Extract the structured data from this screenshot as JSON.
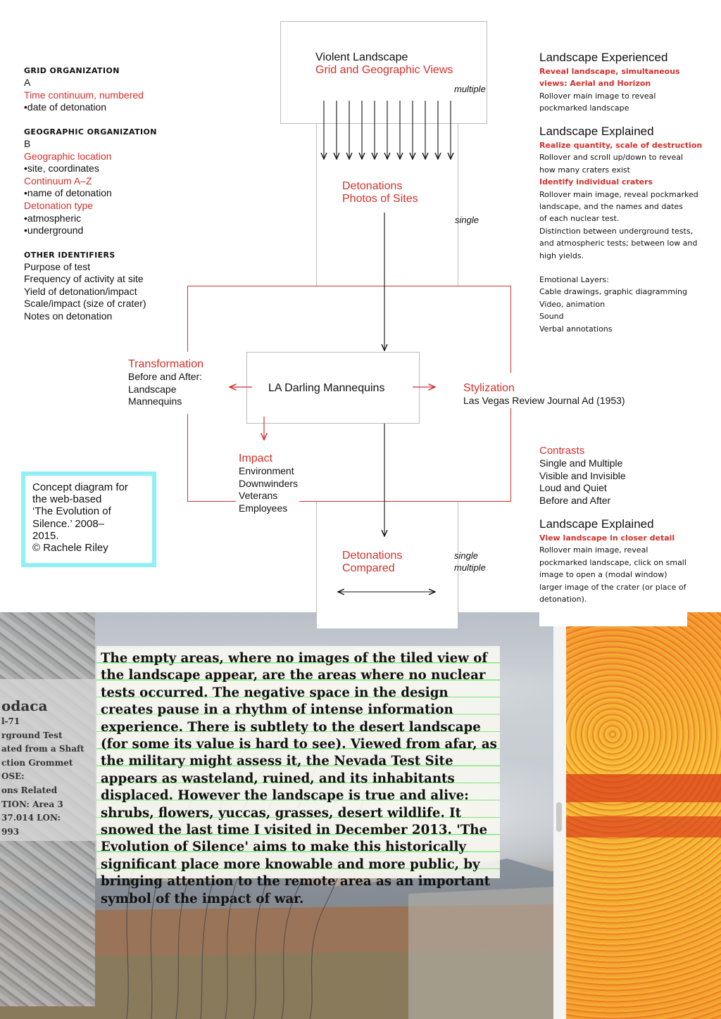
{
  "left_panel": {
    "grid_heading": "GRID ORGANIZATION",
    "grid_letter": "A",
    "grid_item1": "Time continuum, numbered",
    "grid_item2": "•date of detonation",
    "geo_heading": "GEOGRAPHIC ORGANIZATION",
    "geo_letter": "B",
    "geo_item1": "Geographic location",
    "geo_item2": "•site, coordinates",
    "geo_item3": "Continuum A–Z",
    "geo_item4": "•name of detonation",
    "geo_item5": "Detonation type",
    "geo_item6": "•atmospheric",
    "geo_item7": "•underground",
    "other_heading": "OTHER IDENTIFIERS",
    "other_items": [
      "Purpose of test",
      "Frequency of activity at site",
      "Yield of detonation/impact",
      "Scale/impact (size of crater)",
      "Notes on detonation"
    ]
  },
  "caption": {
    "text": "Concept diagram for\nthe web-based\n‘The Evolution of\nSilence.’ 2008–\n2015.\n© Rachele Riley",
    "border_color": "#8ff0f5"
  },
  "diagram": {
    "top_title": "Violent Landscape",
    "top_subtitle": "Grid and Geographic Views",
    "multiple_label": "multiple",
    "det_photos_1": "Detonations",
    "det_photos_2": "Photos of Sites",
    "single_label": "single",
    "center_box": "LA Darling Mannequins",
    "transformation_title": "Transformation",
    "transformation_body": "Before and After:\nLandscape\nMannequins",
    "stylization_title": "Stylization",
    "stylization_body": "Las Vegas Review Journal Ad (1953)",
    "impact_title": "Impact",
    "impact_body": "Environment\nDownwinders\nVeterans\nEmployees",
    "compared_1": "Detonations",
    "compared_2": "Compared",
    "single2_label": "single",
    "multiple2_label": "multiple",
    "red_color": "#d0312d"
  },
  "right_panel": {
    "experienced_title": "Landscape Experienced",
    "experienced_red": "Reveal landscape, simultaneous\nviews: Aerial and Horizon",
    "experienced_body": "Rollover main image to reveal\npockmarked landscape",
    "explained_title": "Landscape Explained",
    "explained_red1": "Realize quantity, scale of destruction",
    "explained_body1": "Rollover and scroll up/down to reveal\nhow many craters exist",
    "explained_red2": "Identify individual craters",
    "explained_body2": "Rollover main image, reveal pockmarked\nlandscape, and the names and dates\nof each nuclear test.\nDistinction between underground tests,\nand atmospheric tests; between low and\nhigh yields.",
    "emotional": "Emotional Layers:\nCable drawings, graphic diagramming\nVideo, animation\nSound\nVerbal annotations",
    "contrasts_title": "Contrasts",
    "contrasts_body": "Single and Multiple\nVisible and Invisible\nLoud and Quiet\nBefore and After",
    "explained2_title": "Landscape Explained",
    "explained2_red": "View landscape in closer detail",
    "explained2_body": "Rollover main image, reveal\npockmarked landscape, click on small\nimage to open a (modal window)\nlarger image of the crater (or place of\ndetonation)."
  },
  "bottom": {
    "quote": "The empty areas, where no images of the tiled view of the landscape appear, are the areas where no nuclear tests occurred. The negative space in the design creates pause in a rhythm of intense information experience. There is subtlety to the desert landscape (for some its value is hard to see). Viewed from afar, as the military might assess it, the Nevada Test Site appears as wasteland, ruined, and its inhabitants displaced. However the landscape is true and alive: shrubs, flowers, yuccas, grasses, desert wildlife. It snowed the last time I visited in December 2013. 'The Evolution of Silence' aims to make this historically significant place more knowable and more public, by bringing attention to the remote area as an important symbol of the impact of war.",
    "aerial_lines": [
      "odaca",
      "l-71",
      "rground Test",
      "ated from a Shaft",
      "ction Grommet",
      "OSE:",
      "ons Related",
      "TION: Area 3",
      "37.014  LON:",
      "993"
    ]
  }
}
